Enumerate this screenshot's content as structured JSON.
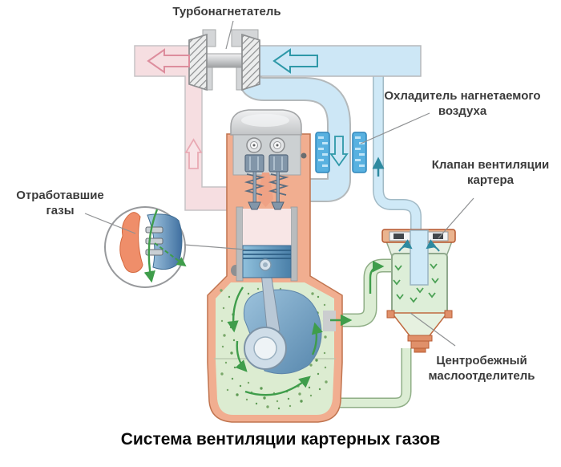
{
  "diagram": {
    "title": "Система вентиляции картерных газов",
    "labels": {
      "turbocharger": "Турбонагнетатель",
      "charge_air_cooler": "Охладитель нагнетаемого воздуха",
      "crankcase_vent_valve": "Клапан вентиляции картера",
      "exhaust_gases": "Отработавшие газы",
      "oil_separator": "Центробежный маслоотделитель"
    },
    "colors": {
      "exhaust_pipe_pink": "#f6dee1",
      "exhaust_arrow_pink": "#dd8d9d",
      "intake_pipe_blue": "#cde7f6",
      "intake_arrow_teal": "#2e98a8",
      "cooler_element_blue": "#58b1e0",
      "engine_body_salmon": "#f1ae90",
      "crankcase_gas_green": "#dcecd1",
      "flow_arrow_green": "#3f9d4b",
      "separator_body_green": "#ddeed8",
      "separator_cap_orange": "#e0906a",
      "metal_gray": "#d4d6d8",
      "label_text": "#3b3b3b",
      "title_text": "#0b0b0b"
    }
  }
}
